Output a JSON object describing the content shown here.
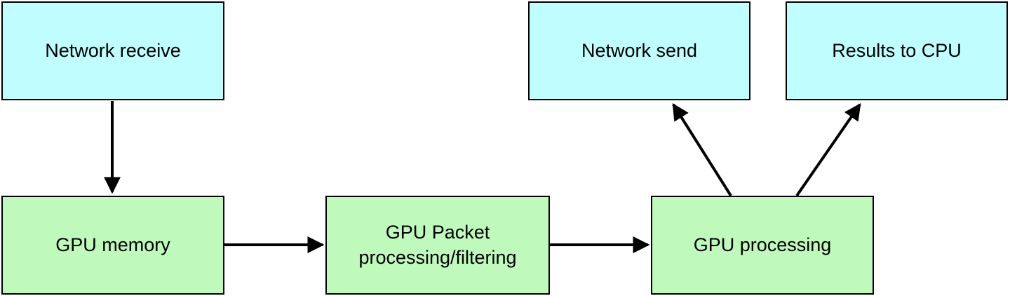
{
  "nodes": {
    "network_receive": "Network receive",
    "network_send": "Network send",
    "results_to_cpu": "Results to CPU",
    "gpu_memory": "GPU memory",
    "gpu_packet_line1": "GPU Packet",
    "gpu_packet_line2": "processing/filtering",
    "gpu_processing": "GPU processing"
  },
  "colors": {
    "output_box": "#c0fdfe",
    "gpu_box": "#c0f9bc",
    "stroke": "#000000"
  }
}
